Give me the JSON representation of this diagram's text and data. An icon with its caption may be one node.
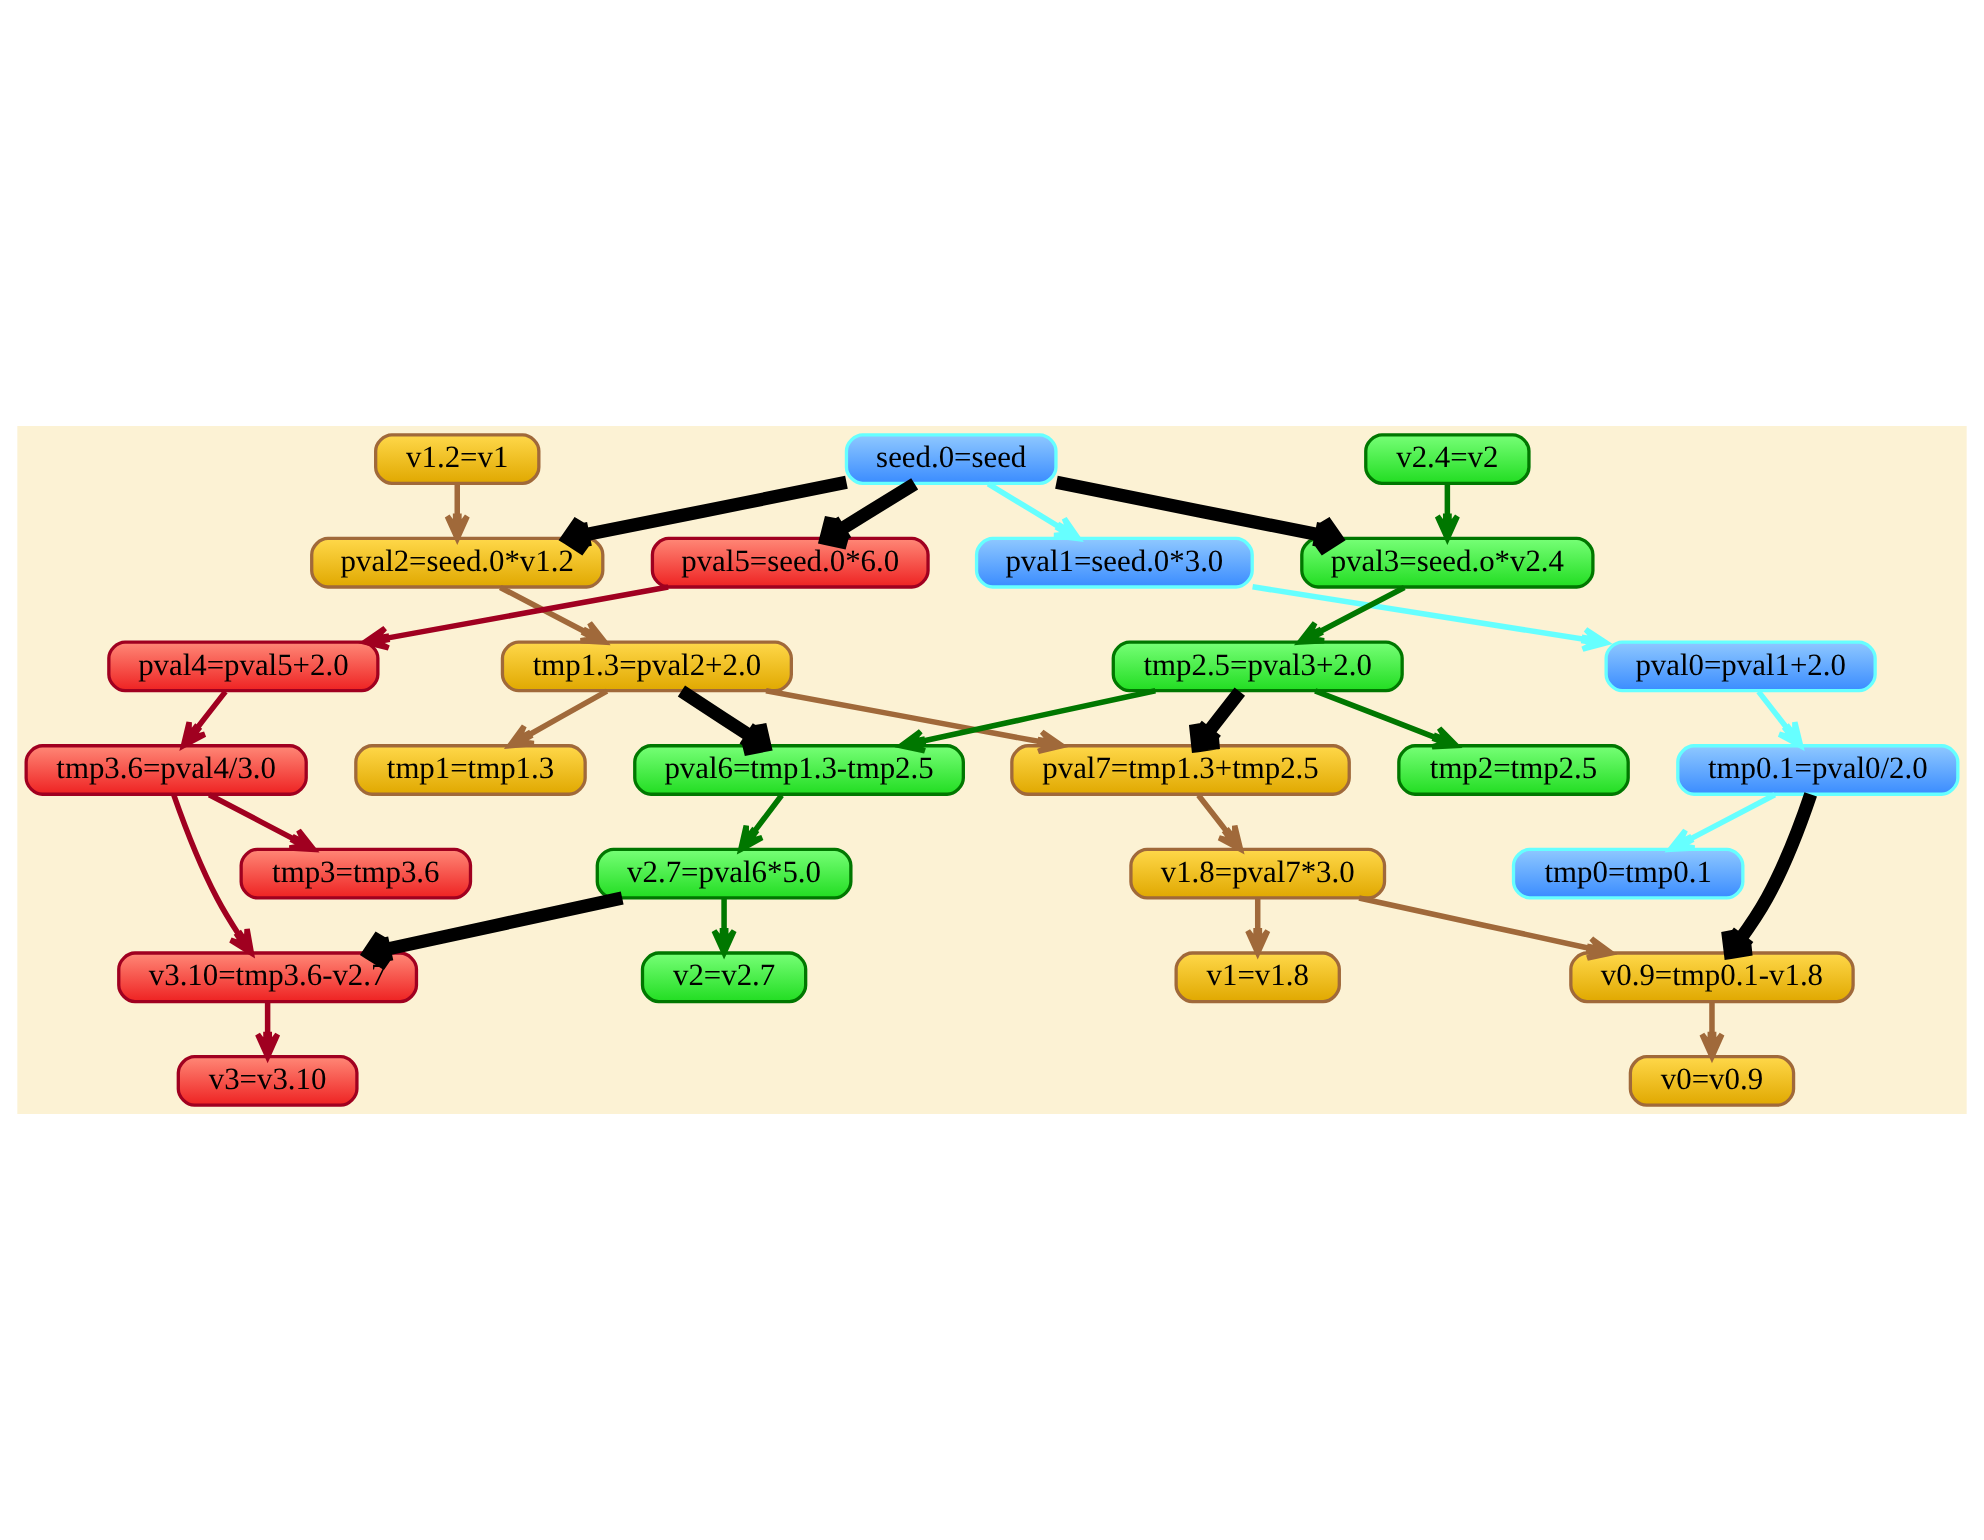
{
  "diagram": {
    "nodes": [
      {
        "text": [
          "seed.0=seed"
        ]
      },
      {
        "text": [
          "pval1=seed.0*3.0"
        ]
      },
      {
        "text": [
          "pval0=pval1+2.0"
        ]
      },
      {
        "text": [
          "tmp0.1=pval0/2.0"
        ]
      },
      {
        "text": [
          "tmp0=tmp0.1"
        ]
      },
      {
        "text": [
          "v1.2=v1"
        ]
      },
      {
        "text": [
          "pval2=seed.0*v1.2"
        ]
      },
      {
        "text": [
          "tmp1.3=pval2+2.0"
        ]
      },
      {
        "text": [
          "tmp1=tmp1.3"
        ]
      },
      {
        "text": [
          "pval7=tmp1.3+tmp2.5"
        ]
      },
      {
        "text": [
          "v1.8=pval7*3.0"
        ]
      },
      {
        "text": [
          "v0.9=tmp0.1-v1.8"
        ]
      },
      {
        "text": [
          "v1=v1.8"
        ]
      },
      {
        "text": [
          "v0=v0.9"
        ]
      },
      {
        "text": [
          "v2.4=v2"
        ]
      },
      {
        "text": [
          "pval3=seed.o*v2.4"
        ]
      },
      {
        "text": [
          "tmp2.5=pval3+2.0"
        ]
      },
      {
        "text": [
          "tmp2=tmp2.5"
        ]
      },
      {
        "text": [
          "pval6=tmp1.3-tmp2.5"
        ]
      },
      {
        "text": [
          "v2.7=pval6*5.0"
        ]
      },
      {
        "text": [
          "v2=v2.7"
        ]
      },
      {
        "text": [
          "pval5=seed.0*6.0"
        ]
      },
      {
        "text": [
          "pval4=pval5+2.0"
        ]
      },
      {
        "text": [
          "tmp3.6=pval4/3.0"
        ]
      },
      {
        "text": [
          "tmp3=tmp3.6"
        ]
      },
      {
        "text": [
          "v3.10=tmp3.6-v2.7"
        ]
      },
      {
        "text": [
          "v3=v3.10"
        ]
      }
    ],
    "edges": [
      {
        "from": 0,
        "to": 1,
        "arrow": "to",
        "color": "#66ffff"
      },
      {
        "from": 1,
        "to": 2,
        "arrow": "to",
        "color": "#66ffff"
      },
      {
        "from": 2,
        "to": 3,
        "arrow": "to",
        "color": "#66ffff"
      },
      {
        "from": 3,
        "to": 4,
        "arrow": "to",
        "color": "#66ffff"
      },
      {
        "from": 0,
        "to": 6,
        "arrow": "to",
        "style": "thick",
        "color": "#000000"
      },
      {
        "from": 5,
        "to": 6,
        "arrow": "to"
      },
      {
        "from": 6,
        "to": 7,
        "arrow": "to"
      },
      {
        "from": 7,
        "to": 8,
        "arrow": "to"
      },
      {
        "from": 7,
        "to": 9,
        "arrow": "to"
      },
      {
        "from": 16,
        "to": 9,
        "arrow": "to",
        "style": "thick",
        "color": "#000000"
      },
      {
        "from": 9,
        "to": 10,
        "arrow": "to"
      },
      {
        "from": 3,
        "to": 11,
        "arrow": "to",
        "style": "thick",
        "color": "#000000"
      },
      {
        "from": 10,
        "to": 11,
        "arrow": "to"
      },
      {
        "from": 10,
        "to": 12,
        "arrow": "to"
      },
      {
        "from": 11,
        "to": 13,
        "arrow": "to"
      },
      {
        "from": 0,
        "to": 15,
        "arrow": "to",
        "style": "thick",
        "color": "#000000"
      },
      {
        "from": 14,
        "to": 15,
        "arrow": "to",
        "color": "#007700"
      },
      {
        "from": 15,
        "to": 16,
        "arrow": "to",
        "color": "#007700"
      },
      {
        "from": 16,
        "to": 17,
        "arrow": "to",
        "color": "#007700"
      },
      {
        "from": 16,
        "to": 18,
        "arrow": "to",
        "color": "#007700"
      },
      {
        "from": 7,
        "to": 18,
        "arrow": "to",
        "style": "thick",
        "color": "#000000"
      },
      {
        "from": 18,
        "to": 19,
        "arrow": "to",
        "color": "#007700"
      },
      {
        "from": 19,
        "to": 20,
        "arrow": "to",
        "color": "#007700"
      },
      {
        "from": 0,
        "to": 21,
        "arrow": "to",
        "style": "thick",
        "color": "#000000"
      },
      {
        "from": 21,
        "to": 22,
        "arrow": "to",
        "color": "#a00020"
      },
      {
        "from": 22,
        "to": 23,
        "arrow": "to",
        "color": "#a00020"
      },
      {
        "from": 23,
        "to": 24,
        "arrow": "to",
        "color": "#a00020"
      },
      {
        "from": 23,
        "to": 25,
        "arrow": "to",
        "color": "#a00020"
      },
      {
        "from": 19,
        "to": 25,
        "arrow": "to",
        "style": "thick",
        "color": "#000000"
      },
      {
        "from": 25,
        "to": 26,
        "arrow": "to",
        "color": "#a00020"
      }
    ]
  }
}
